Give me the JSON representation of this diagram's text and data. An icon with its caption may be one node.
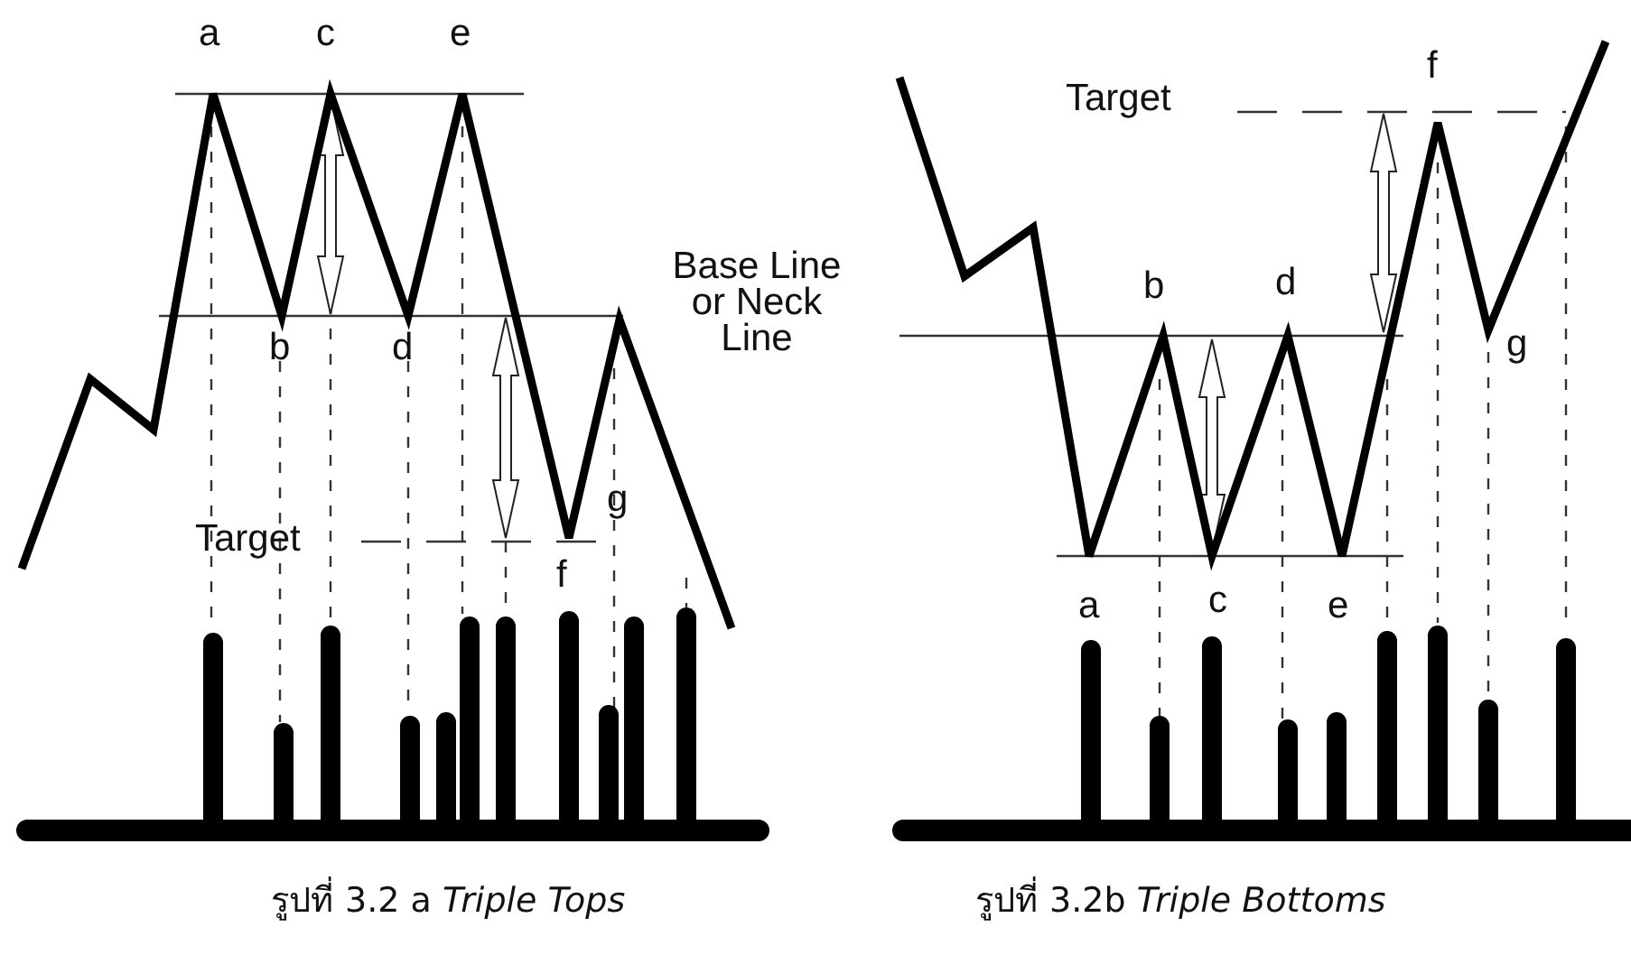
{
  "diagram": {
    "labels": [
      "a",
      "c",
      "e",
      "b",
      "d",
      "Target",
      "g",
      "f",
      "Base Line or Neck Line",
      "Target",
      "f",
      "b",
      "d",
      "g",
      "a",
      "c",
      "e",
      "รูปที่ 3.2 a *Triple Tops*",
      "รูปที่ 3.2b *Triple Bottoms*"
    ]
  }
}
